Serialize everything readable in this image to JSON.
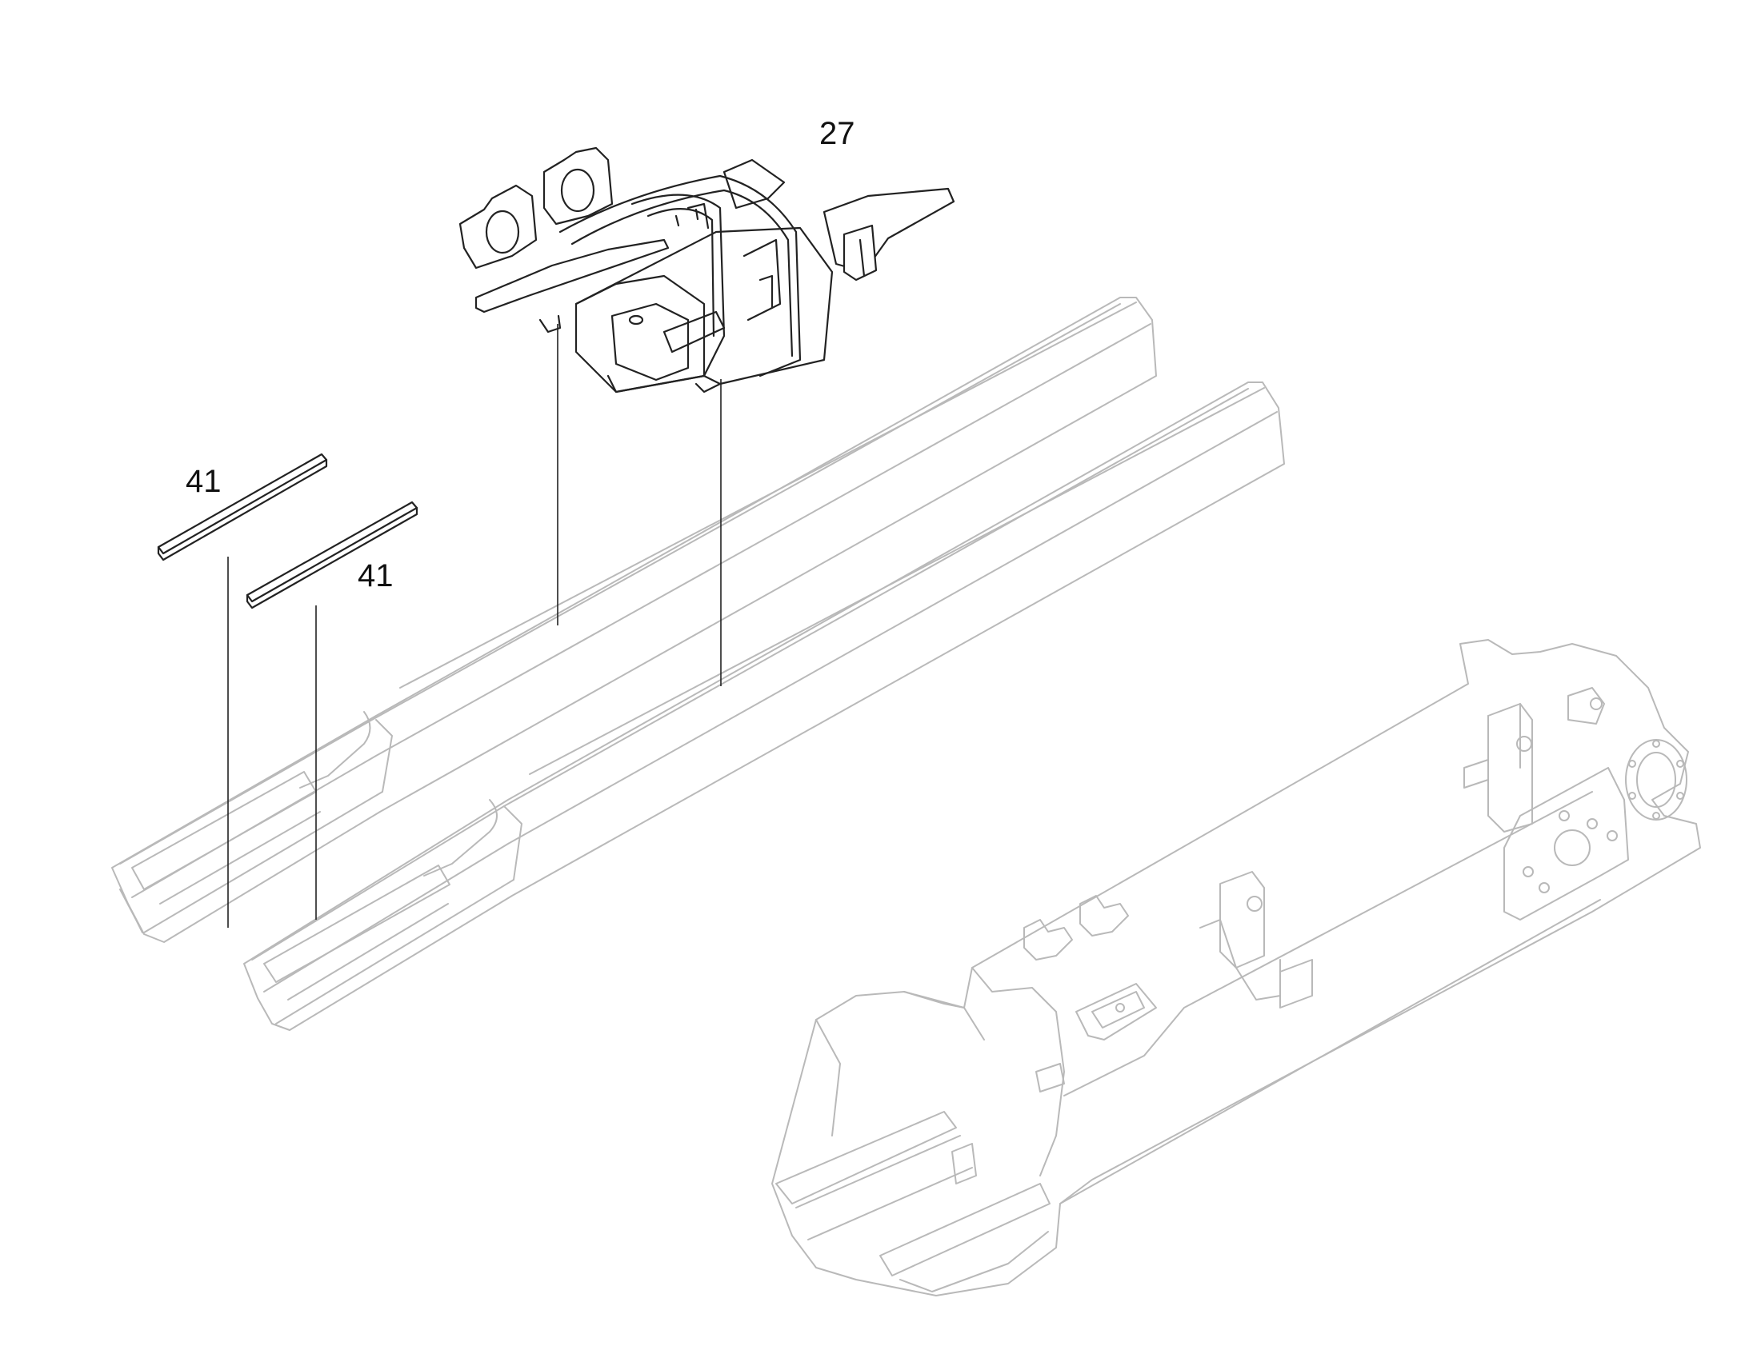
{
  "diagram": {
    "callouts": [
      {
        "id": "callout-27",
        "text": "27"
      },
      {
        "id": "callout-41-upper",
        "text": "41"
      },
      {
        "id": "callout-41-lower",
        "text": "41"
      }
    ],
    "parts": [
      "carriage-assembly",
      "shim-strip-upper",
      "shim-strip-lower",
      "inner-boom-section-left",
      "inner-boom-section-right",
      "boom-base-section"
    ],
    "colors": {
      "line_dark": "#222222",
      "line_light": "#b9b9b9",
      "background": "#ffffff"
    }
  }
}
